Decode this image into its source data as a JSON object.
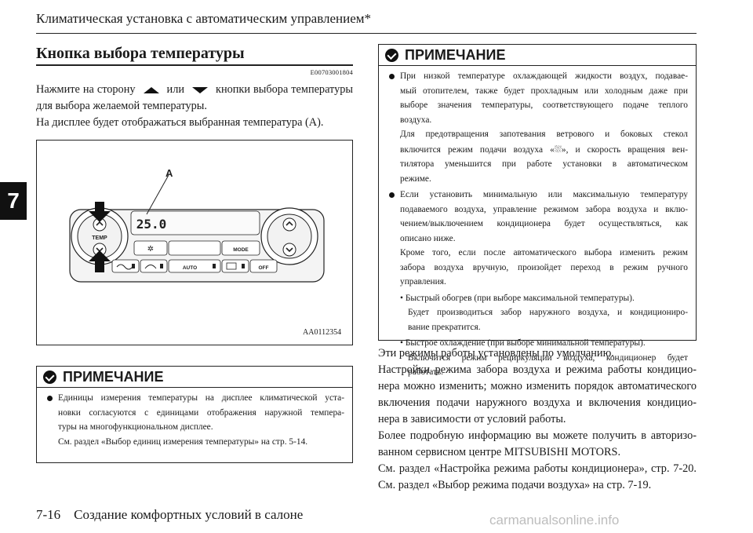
{
  "header": {
    "title": "Климатическая установка с автоматическим управлением*"
  },
  "chapter_tab": "7",
  "section": {
    "title": "Кнопка выбора температуры",
    "code": "E00703001804",
    "para1_line1_start": "Нажмите на сторону",
    "para1_line1_mid": "или",
    "para1_line1_end": "кнопки выбора температуры",
    "para1_line2": "для выбора желаемой температуры.",
    "para2": "На дисплее будет отображаться выбранная температура (A)."
  },
  "figure": {
    "label_a": "A",
    "display_value": "25.0",
    "temp_label": "TEMP",
    "mode_label": "MODE",
    "auto_label": "AUTO",
    "off_label": "OFF",
    "code": "AA0112354"
  },
  "note_left": {
    "heading": "ПРИМЕЧАНИЕ",
    "lines": [
      "Единицы измерения температуры на дисплее климатической уста-",
      "новки согласуются с единицами отображения наружной темпера-",
      "туры на многофункциональном дисплее.",
      "См. раздел «Выбор единиц измерения температуры» на стр. 5-14."
    ]
  },
  "note_right": {
    "heading": "ПРИМЕЧАНИЕ",
    "b1": [
      "При низкой температуре охлаждающей жидкости воздух, подавае-",
      "мый отопителем, также будет прохладным или холодным даже при",
      "выборе значения температуры, соответствующего подаче теплого",
      "воздуха."
    ],
    "b1b": [
      "Для предотвращения запотевания ветрового и боковых стекол"
    ],
    "b1c_start": "включится режим подачи воздуха «",
    "b1c_end": "», и скорость вращения вен-",
    "b1d": [
      "тилятора уменьшится при работе установки в автоматическом",
      "режиме."
    ],
    "b2": [
      "Если установить минимальную или максимальную температуру",
      "подаваемого воздуха, управление режимом забора воздуха и вклю-",
      "чением/выключением кондиционера будет осуществляться, как",
      "описано ниже.",
      "Кроме того, если после автоматического выбора изменить режим",
      "забора воздуха вручную, произойдет переход в режим ручного",
      "управления."
    ],
    "s1": "• Быстрый обогрев (при выборе максимальной температуры).",
    "s1_body": [
      "Будет производиться забор наружного воздуха, и кондициониро-",
      "вание прекратится."
    ],
    "s2": "• Быстрое охлаждение (при выборе минимальной температуры).",
    "s2_body": [
      "Включится режим рециркуляции воздуха, кондиционер будет",
      "работать."
    ]
  },
  "right_text": [
    "Эти режимы работы установлены по умолчанию.",
    "Настройки режима забора воздуха и режима работы кондицио-",
    "нера можно изменить; можно изменить порядок автоматического",
    "включения подачи наружного воздуха и включения кондицио-",
    "нера в зависимости от условий работы.",
    "Более подробную информацию вы можете получить в авторизо-",
    "ванном сервисном центре MITSUBISHI MOTORS.",
    "См. раздел «Настройка режима работы кондиционера», стр. 7-20.",
    "См. раздел «Выбор режима подачи воздуха» на стр. 7-19."
  ],
  "footer": {
    "page": "7-16    Создание комфортных условий в салоне"
  },
  "watermark": "carmanualsonline.info"
}
